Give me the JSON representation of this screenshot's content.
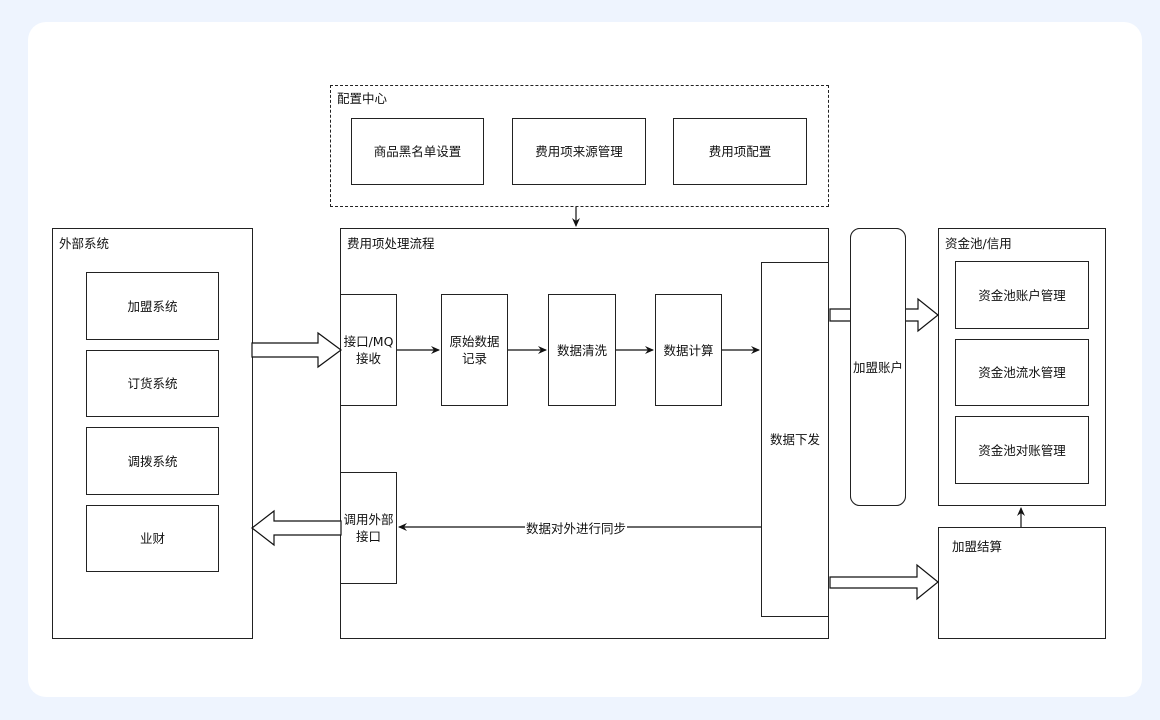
{
  "diagram": {
    "config_center": {
      "title": "配置中心",
      "items": [
        "商品黑名单设置",
        "费用项来源管理",
        "费用项配置"
      ]
    },
    "external_systems": {
      "title": "外部系统",
      "items": [
        "加盟系统",
        "订货系统",
        "调拨系统",
        "业财"
      ]
    },
    "fee_process": {
      "title": "费用项处理流程",
      "steps": {
        "receive": "接口/MQ\n接收",
        "raw_record": "原始数据\n记录",
        "cleaning": "数据清洗",
        "calculation": "数据计算",
        "dispatch": "数据下发",
        "call_external": "调用外部\n接口"
      },
      "sync_label": "数据对外进行同步"
    },
    "franchise_account": {
      "label": "加盟账户"
    },
    "fund_pool": {
      "title": "资金池/信用",
      "items": [
        "资金池账户管理",
        "资金池流水管理",
        "资金池对账管理"
      ]
    },
    "franchise_settlement": {
      "title": "加盟结算"
    }
  }
}
